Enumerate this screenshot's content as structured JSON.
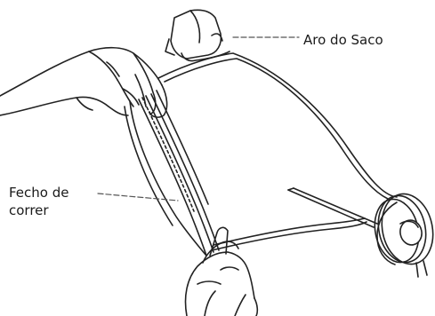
{
  "labels": {
    "bag_ring": "Aro do Saco",
    "zipper_line1": "Fecho de",
    "zipper_line2": "correr"
  }
}
